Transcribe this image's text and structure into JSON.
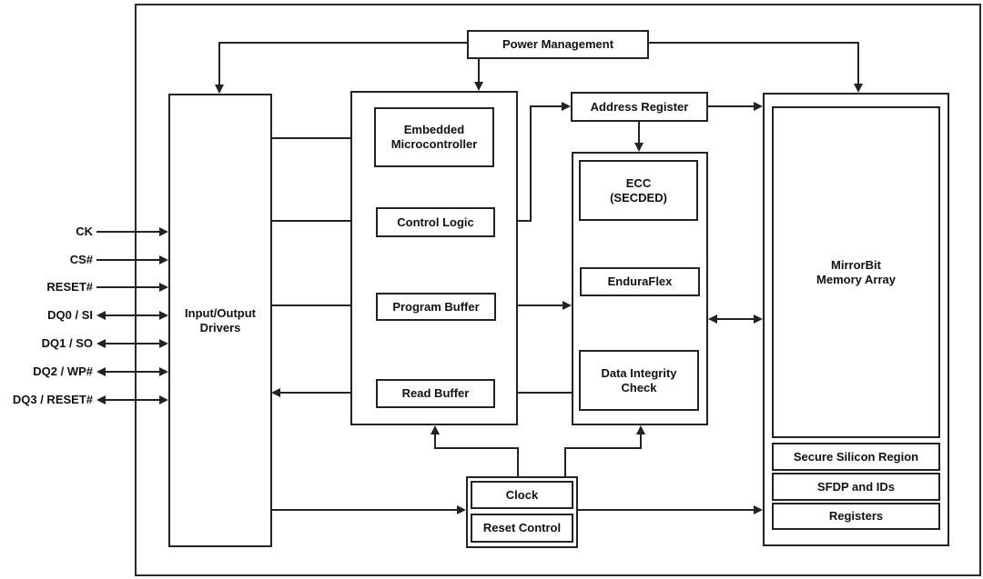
{
  "signals": [
    {
      "label": "CK",
      "direction": "input"
    },
    {
      "label": "CS#",
      "direction": "input"
    },
    {
      "label": "RESET#",
      "direction": "input"
    },
    {
      "label": "DQ0 / SI",
      "direction": "bidirectional"
    },
    {
      "label": "DQ1 / SO",
      "direction": "bidirectional"
    },
    {
      "label": "DQ2 / WP#",
      "direction": "bidirectional"
    },
    {
      "label": "DQ3 / RESET#",
      "direction": "bidirectional"
    }
  ],
  "blocks": {
    "power_management": {
      "label": "Power Management"
    },
    "io_drivers": {
      "lines": [
        "Input/Output",
        "Drivers"
      ]
    },
    "embedded_microcontroller": {
      "lines": [
        "Embedded",
        "Microcontroller"
      ]
    },
    "control_logic": {
      "label": "Control Logic"
    },
    "program_buffer": {
      "label": "Program Buffer"
    },
    "read_buffer": {
      "label": "Read Buffer"
    },
    "address_register": {
      "label": "Address Register"
    },
    "ecc": {
      "lines": [
        "ECC",
        "(SECDED)"
      ]
    },
    "enduraflex": {
      "label": "EnduraFlex"
    },
    "data_integrity_check": {
      "lines": [
        "Data Integrity",
        "Check"
      ]
    },
    "mirrorbit_memory_array": {
      "lines": [
        "MirrorBit",
        "Memory Array"
      ]
    },
    "secure_silicon_region": {
      "label": "Secure Silicon Region"
    },
    "sfdp_and_ids": {
      "label": "SFDP and IDs"
    },
    "registers": {
      "label": "Registers"
    },
    "clock": {
      "label": "Clock"
    },
    "reset_control": {
      "label": "Reset Control"
    }
  },
  "colors": {
    "line": "#222222",
    "box_border": "#222222",
    "box_fill": "#ffffff",
    "background": "#ffffff",
    "text": "#111111"
  }
}
